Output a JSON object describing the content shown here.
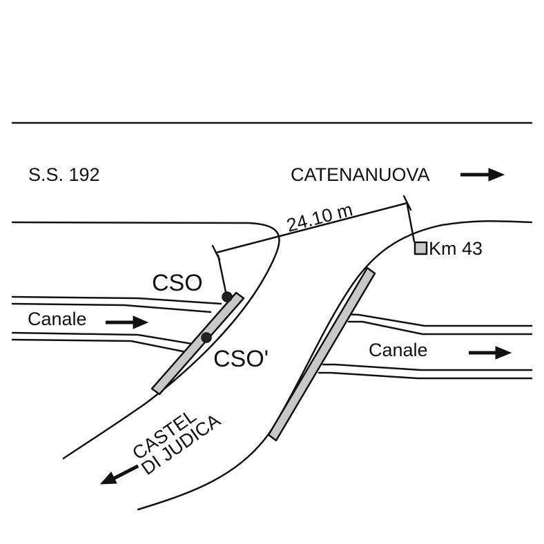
{
  "labels": {
    "road": "S.S. 192",
    "destination_east": "CATENANUOVA",
    "distance": "24.10 m",
    "km_marker": "Km 43",
    "point_cso": "CSO",
    "point_cso_prime": "CSO'",
    "canal_west": "Canale",
    "canal_east": "Canale",
    "destination_sw_line1": "CASTEL",
    "destination_sw_line2": "DI JUDICA"
  },
  "colors": {
    "line": "#111111",
    "guardrail_fill": "#c8c8c8",
    "background": "#ffffff"
  },
  "icons": {
    "arrow_east_1": "arrow-right-icon",
    "arrow_east_2": "arrow-right-icon",
    "arrow_east_3": "arrow-right-icon",
    "arrow_southwest": "arrow-down-left-icon",
    "km_marker": "square-marker-icon",
    "points": "circle-point-icon"
  }
}
